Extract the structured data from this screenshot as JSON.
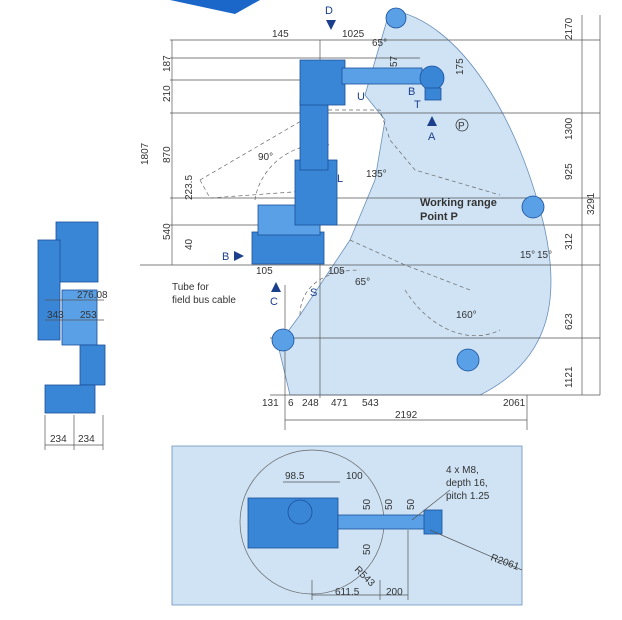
{
  "side_view": {
    "dims_top": [
      "145",
      "1025",
      "65°",
      "57",
      "175"
    ],
    "dims_left": [
      "187",
      "210",
      "1807",
      "870",
      "223.5",
      "540",
      "40"
    ],
    "dims_right": [
      "2170",
      "1300",
      "925",
      "312",
      "3291",
      "623",
      "1121"
    ],
    "dims_bottom": [
      "131",
      "6",
      "248",
      "471",
      "543",
      "2061",
      "2192"
    ],
    "dims_base": [
      "105",
      "105"
    ],
    "angles": [
      "90°",
      "135°",
      "65°",
      "160°",
      "15°",
      "15°"
    ],
    "axes": {
      "D": "D",
      "U": "U",
      "B_wrist": "B",
      "T": "T",
      "A": "A",
      "P": "P",
      "L": "L",
      "B_arrow": "B",
      "C": "C",
      "S": "S"
    },
    "working_range_line1": "Working range",
    "working_range_line2": "Point P",
    "tube_label_line1": "Tube for",
    "tube_label_line2": "field bus cable"
  },
  "back_view": {
    "dims": [
      "276.08",
      "343",
      "253",
      "234",
      "234"
    ]
  },
  "top_view": {
    "dims": [
      "98.5",
      "100",
      "50",
      "50",
      "50",
      "50",
      "611.5",
      "200"
    ],
    "radius_labels": [
      "R543",
      "R2061"
    ],
    "note_line1": "4 x M8,",
    "note_line2": "depth 16,",
    "note_line3": "pitch 1.25"
  },
  "colors": {
    "robot": "#3a86d6",
    "zone": "#cfe3f5",
    "arrow": "#1b3f8c",
    "corner": "#1b66c9"
  }
}
